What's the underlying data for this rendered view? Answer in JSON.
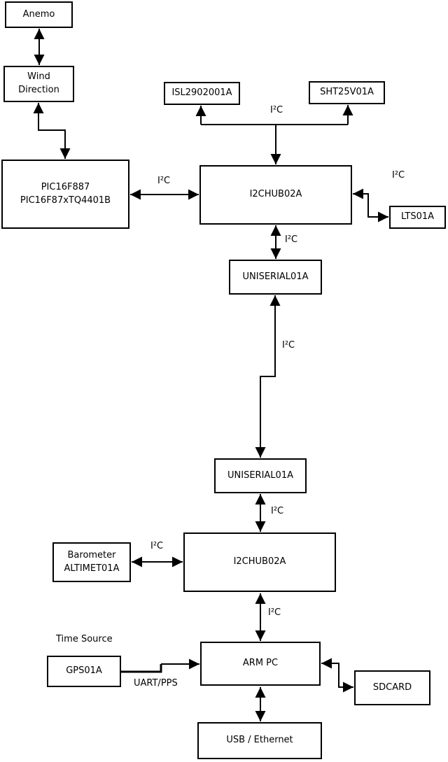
{
  "diagram": {
    "background": "#ffffff",
    "stroke_color": "#000000",
    "text_color": "#000000",
    "nodes": [
      {
        "id": "anemo",
        "label": "Anemo"
      },
      {
        "id": "wind-direction",
        "label": "Wind\nDirection"
      },
      {
        "id": "pic-controller",
        "label": "PIC16F887\nPIC16F87xTQ4401B"
      },
      {
        "id": "isl-sensor",
        "label": "ISL2902001A"
      },
      {
        "id": "sht-sensor",
        "label": "SHT25V01A"
      },
      {
        "id": "i2c-hub-1",
        "label": "I2CHUB02A"
      },
      {
        "id": "lts-sensor",
        "label": "LTS01A"
      },
      {
        "id": "uniserial-1",
        "label": "UNISERIAL01A"
      },
      {
        "id": "uniserial-2",
        "label": "UNISERIAL01A"
      },
      {
        "id": "i2c-hub-2",
        "label": "I2CHUB02A"
      },
      {
        "id": "barometer",
        "label": "Barometer\nALTIMET01A"
      },
      {
        "id": "gps",
        "label": "GPS01A"
      },
      {
        "id": "arm-pc",
        "label": "ARM PC"
      },
      {
        "id": "sdcard",
        "label": "SDCARD"
      },
      {
        "id": "usb-ethernet",
        "label": "USB / Ethernet"
      }
    ],
    "edges": [
      {
        "from": "anemo",
        "to": "wind-direction",
        "direction": "both",
        "label": ""
      },
      {
        "from": "wind-direction",
        "to": "pic-controller",
        "direction": "both",
        "label": ""
      },
      {
        "from": "i2c-hub-1",
        "to": "isl-sensor, sht-sensor",
        "direction": "out",
        "label": "I²C"
      },
      {
        "from": "pic-controller",
        "to": "i2c-hub-1",
        "direction": "both",
        "label": "I²C"
      },
      {
        "from": "i2c-hub-1",
        "to": "lts-sensor",
        "direction": "both",
        "label": "I²C"
      },
      {
        "from": "i2c-hub-1",
        "to": "uniserial-1",
        "direction": "both",
        "label": "I²C"
      },
      {
        "from": "uniserial-1",
        "to": "uniserial-2",
        "direction": "both",
        "label": "I²C"
      },
      {
        "from": "uniserial-2",
        "to": "i2c-hub-2",
        "direction": "both",
        "label": "I²C"
      },
      {
        "from": "barometer",
        "to": "i2c-hub-2",
        "direction": "both",
        "label": "I²C"
      },
      {
        "from": "i2c-hub-2",
        "to": "arm-pc",
        "direction": "both",
        "label": "I²C"
      },
      {
        "from": "gps",
        "to": "arm-pc",
        "direction": "out",
        "label": "UART/PPS"
      },
      {
        "from": "arm-pc",
        "to": "sdcard",
        "direction": "both",
        "label": ""
      },
      {
        "from": "arm-pc",
        "to": "usb-ethernet",
        "direction": "both",
        "label": ""
      }
    ],
    "annotations": [
      {
        "id": "time-source",
        "text": "Time Source"
      }
    ]
  }
}
